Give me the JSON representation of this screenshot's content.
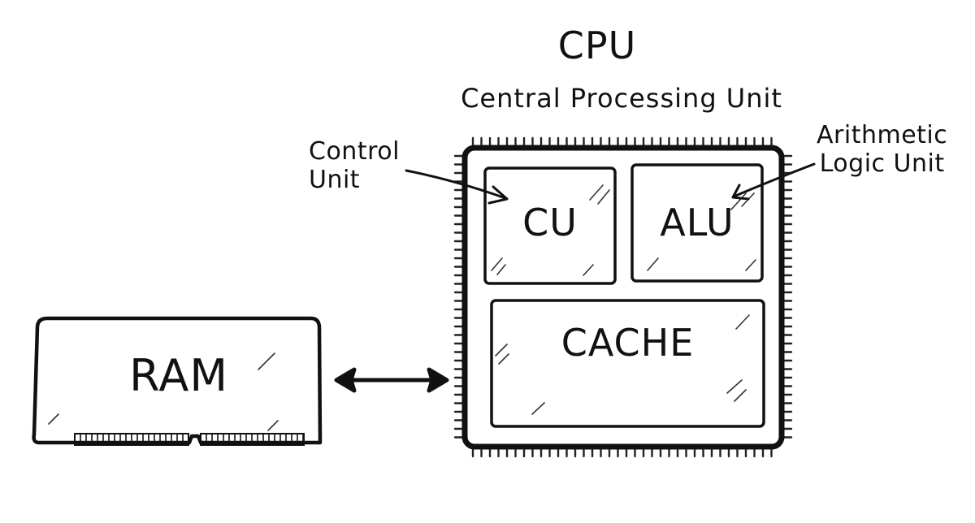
{
  "cpu": {
    "title": "CPU",
    "subtitle": "Central Processing Unit",
    "blocks": {
      "cu": "CU",
      "alu": "ALU",
      "cache": "CACHE"
    }
  },
  "annotations": {
    "control_unit": [
      "Control",
      "Unit"
    ],
    "alu": [
      "Arithmetic",
      "Logic Unit"
    ]
  },
  "ram": {
    "label": "RAM"
  },
  "connection": {
    "type": "bidirectional-arrow",
    "between": [
      "RAM",
      "CPU"
    ]
  }
}
